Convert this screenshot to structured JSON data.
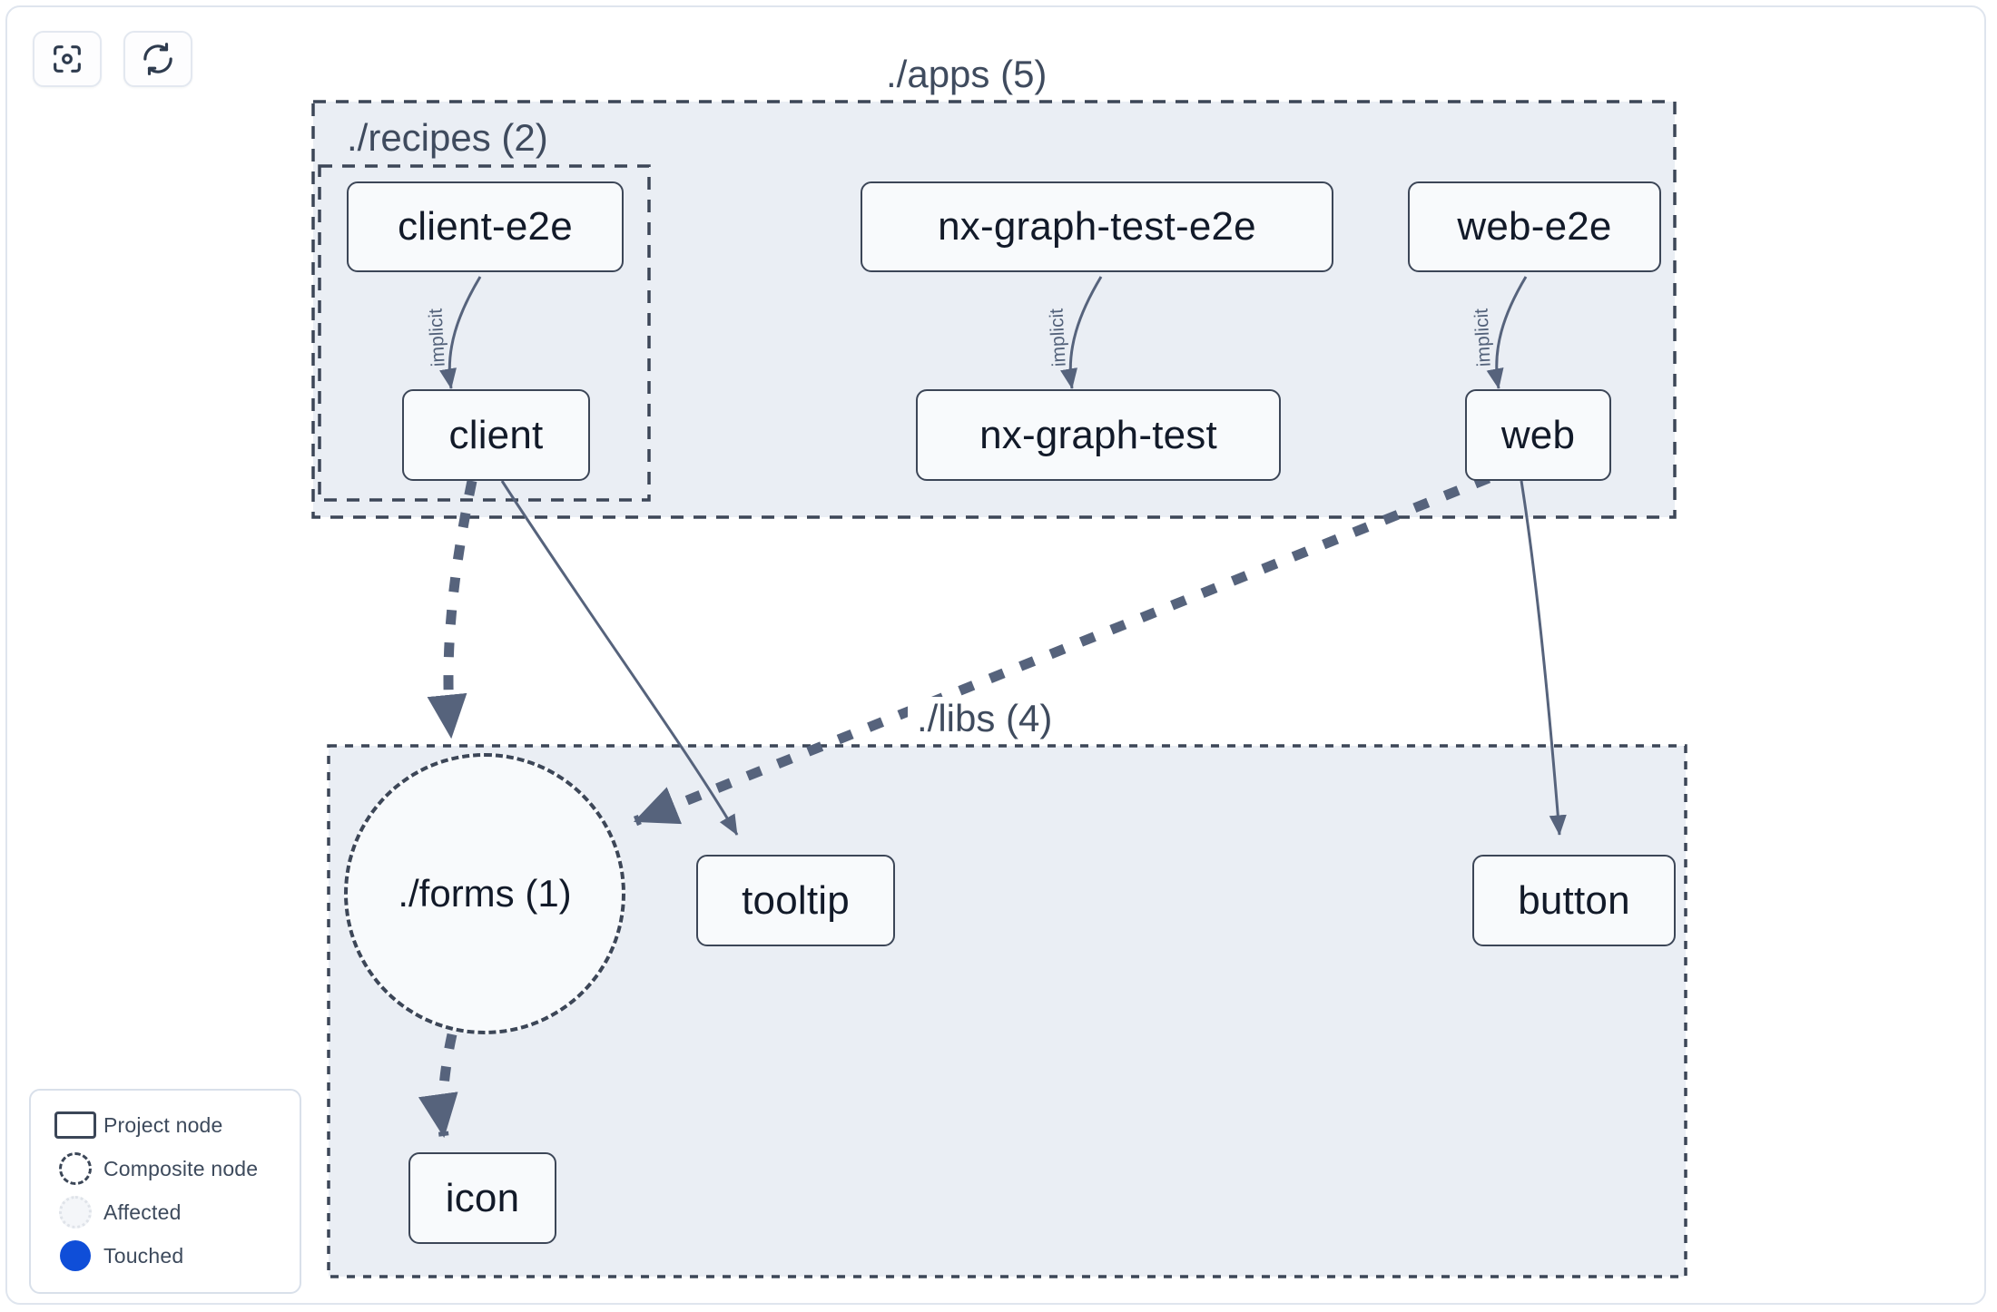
{
  "toolbar": {
    "buttons": [
      {
        "name": "focus-graph-button",
        "icon": "focus-target-icon",
        "label": ""
      },
      {
        "name": "refresh-graph-button",
        "icon": "refresh-icon",
        "label": ""
      }
    ]
  },
  "legend": {
    "items": [
      {
        "label": "Project node",
        "swatch": "rectangle-outline"
      },
      {
        "label": "Composite node",
        "swatch": "dashed-circle"
      },
      {
        "label": "Affected",
        "swatch": "faint-dotted-circle"
      },
      {
        "label": "Touched",
        "swatch": "filled-blue-circle"
      }
    ]
  },
  "graph": {
    "groups": [
      {
        "id": "apps",
        "title": "./apps (5)"
      },
      {
        "id": "recipes",
        "title": "./recipes (2)"
      },
      {
        "id": "libs",
        "title": "./libs (4)"
      }
    ],
    "nodes": [
      {
        "id": "client-e2e",
        "label": "client-e2e",
        "type": "project"
      },
      {
        "id": "nx-graph-test-e2e",
        "label": "nx-graph-test-e2e",
        "type": "project"
      },
      {
        "id": "web-e2e",
        "label": "web-e2e",
        "type": "project"
      },
      {
        "id": "client",
        "label": "client",
        "type": "project"
      },
      {
        "id": "nx-graph-test",
        "label": "nx-graph-test",
        "type": "project"
      },
      {
        "id": "web",
        "label": "web",
        "type": "project"
      },
      {
        "id": "forms",
        "label": "./forms (1)",
        "type": "composite"
      },
      {
        "id": "tooltip",
        "label": "tooltip",
        "type": "project"
      },
      {
        "id": "button",
        "label": "button",
        "type": "project"
      },
      {
        "id": "icon",
        "label": "icon",
        "type": "project"
      }
    ],
    "edges": [
      {
        "from": "client-e2e",
        "to": "client",
        "label": "implicit",
        "style": "thin-solid"
      },
      {
        "from": "nx-graph-test-e2e",
        "to": "nx-graph-test",
        "label": "implicit",
        "style": "thin-solid"
      },
      {
        "from": "web-e2e",
        "to": "web",
        "label": "implicit",
        "style": "thin-solid"
      },
      {
        "from": "client",
        "to": "forms",
        "label": "",
        "style": "thick-dashed"
      },
      {
        "from": "client",
        "to": "tooltip",
        "label": "",
        "style": "thin-solid"
      },
      {
        "from": "web",
        "to": "forms",
        "label": "",
        "style": "thick-dashed"
      },
      {
        "from": "web",
        "to": "button",
        "label": "",
        "style": "thin-solid"
      },
      {
        "from": "forms",
        "to": "icon",
        "label": "",
        "style": "thick-dashed"
      }
    ]
  },
  "colors": {
    "group_fill": "#eaeef4",
    "group_border": "#3c4657",
    "node_fill": "#f8fafc",
    "node_border": "#3c4657",
    "edge": "#56637c",
    "touched": "#0f4ed8",
    "text": "#121a29"
  }
}
